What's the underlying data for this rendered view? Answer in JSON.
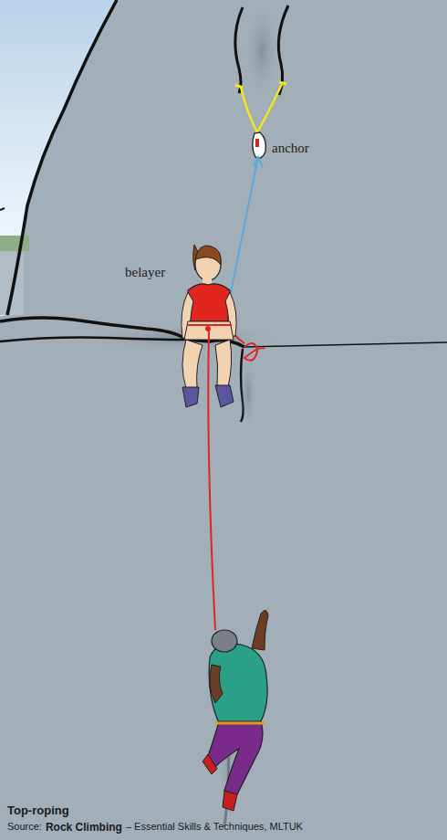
{
  "diagram": {
    "caption": "Top-roping",
    "labels": [
      "anchor",
      "belayer",
      "Source:",
      "Rock Climbing",
      "– Essential Skills & Techniques, MLTUK"
    ]
  }
}
